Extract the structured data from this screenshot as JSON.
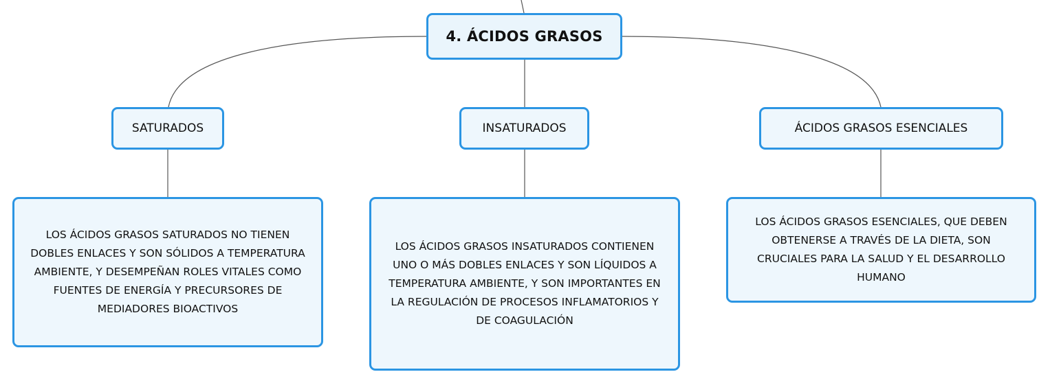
{
  "diagram": {
    "root": {
      "label": "4. ÁCIDOS GRASOS"
    },
    "branches": [
      {
        "label": "SATURADOS",
        "description": "LOS ÁCIDOS GRASOS SATURADOS NO TIENEN DOBLES ENLACES Y SON SÓLIDOS A TEMPERATURA AMBIENTE, Y DESEMPEÑAN ROLES VITALES COMO FUENTES DE ENERGÍA Y PRECURSORES DE MEDIADORES BIOACTIVOS"
      },
      {
        "label": "INSATURADOS",
        "description": "LOS ÁCIDOS GRASOS INSATURADOS CONTIENEN UNO O MÁS DOBLES ENLACES Y SON LÍQUIDOS A TEMPERATURA AMBIENTE, Y SON IMPORTANTES EN LA REGULACIÓN DE PROCESOS INFLAMATORIOS Y DE COAGULACIÓN"
      },
      {
        "label": "ÁCIDOS GRASOS ESENCIALES",
        "description": "LOS ÁCIDOS GRASOS ESENCIALES, QUE DEBEN OBTENERSE A TRAVÉS DE LA DIETA, SON CRUCIALES PARA LA SALUD Y EL DESARROLLO HUMANO"
      }
    ]
  },
  "colors": {
    "node_border": "#2b95e3",
    "node_fill": "#eef7fd",
    "connector": "#555555",
    "text": "#111111"
  }
}
